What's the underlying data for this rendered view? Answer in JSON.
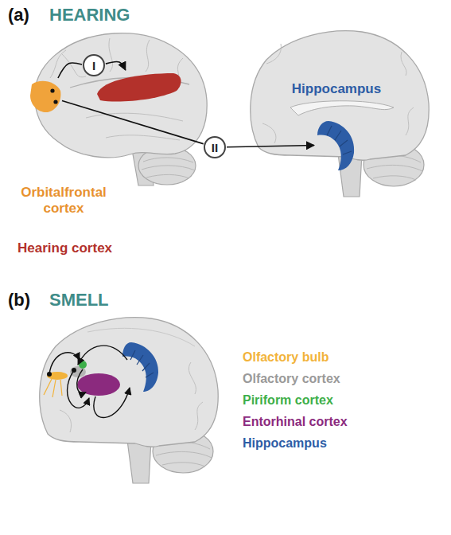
{
  "diagram": {
    "nodes": [
      {
        "text": [
          "Orbitalfrontal cortex"
        ]
      },
      {
        "text": [
          "Hearing cortex"
        ]
      },
      {
        "text": [
          "Hippocampus"
        ]
      },
      {
        "text": [
          "I"
        ]
      },
      {
        "text": [
          "II"
        ]
      }
    ],
    "edges": [
      {
        "from": 0,
        "to": 3,
        "arrow": "none"
      },
      {
        "from": 3,
        "to": 1,
        "arrow": "to"
      },
      {
        "from": 0,
        "to": 4,
        "arrow": "none"
      },
      {
        "from": 4,
        "to": 2,
        "arrow": "to"
      }
    ],
    "labels": [
      "(a)",
      "HEARING",
      "(b)",
      "SMELL",
      "Olfactory bulb",
      "Olfactory cortex",
      "Piriform cortex",
      "Entorhinal cortex",
      "Hippocampus"
    ]
  }
}
